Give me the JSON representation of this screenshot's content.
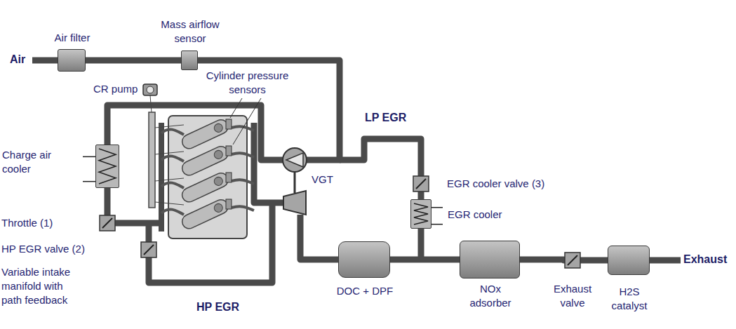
{
  "diagram": {
    "nodes": [
      {
        "text": [
          "Air filter"
        ]
      },
      {
        "text": [
          "Mass airflow sensor"
        ]
      },
      {
        "text": [
          "Charge air cooler"
        ]
      },
      {
        "text": [
          "EGR cooler"
        ]
      },
      {
        "text": [
          "DOC + DPF"
        ]
      },
      {
        "text": [
          "NOx adsorber"
        ]
      },
      {
        "text": [
          "H2S catalyst"
        ]
      }
    ],
    "edges": [
      {
        "from": 0,
        "to": 1,
        "arrow": "none"
      },
      {
        "from": 4,
        "to": 5,
        "arrow": "none"
      },
      {
        "from": 5,
        "to": 6,
        "arrow": "none"
      }
    ],
    "labels": [
      "Air",
      "CR pump",
      "Cylinder pressure sensors",
      "LP EGR",
      "VGT",
      "EGR cooler valve (3)",
      "Throttle (1)",
      "HP EGR valve (2)",
      "Variable intake manifold with path feedback",
      "HP EGR",
      "Exhaust valve",
      "Exhaust"
    ]
  }
}
